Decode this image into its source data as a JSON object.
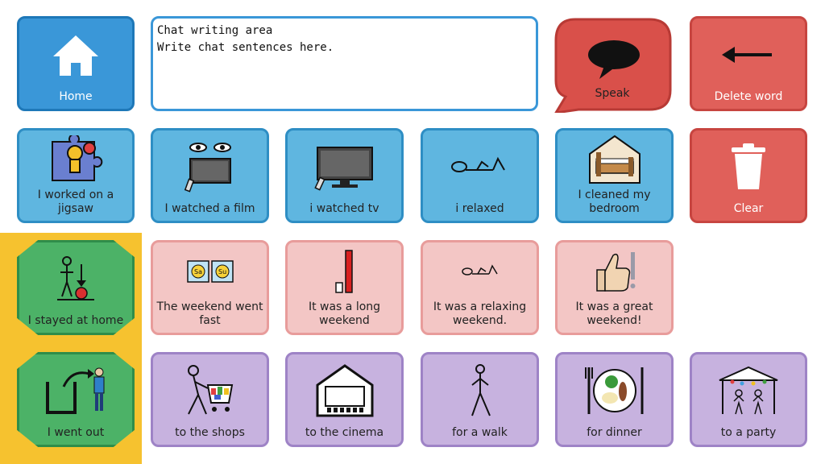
{
  "chat": {
    "line1": "Chat writing area",
    "line2": "Write chat sentences here."
  },
  "top_bar": {
    "home": "Home",
    "speak": "Speak",
    "delete_word": "Delete word",
    "clear": "Clear"
  },
  "row1": [
    {
      "label": "I worked on a jigsaw",
      "icon": "jigsaw-icon"
    },
    {
      "label": "I watched a film",
      "icon": "film-icon"
    },
    {
      "label": "i watched tv",
      "icon": "tv-icon"
    },
    {
      "label": "i relaxed",
      "icon": "relax-icon"
    },
    {
      "label": "I cleaned my bedroom",
      "icon": "bedroom-icon"
    }
  ],
  "row2": [
    {
      "label": "I stayed at home",
      "icon": "stay-home-icon"
    },
    {
      "label": "The weekend went fast",
      "icon": "weekend-icon"
    },
    {
      "label": "It was a long weekend",
      "icon": "long-icon"
    },
    {
      "label": "It was a relaxing weekend.",
      "icon": "relaxing-icon"
    },
    {
      "label": "It was a great weekend!",
      "icon": "thumbs-up-icon"
    }
  ],
  "row3": [
    {
      "label": "I went out",
      "icon": "went-out-icon"
    },
    {
      "label": "to the shops",
      "icon": "shopping-cart-icon"
    },
    {
      "label": "to the cinema",
      "icon": "cinema-icon"
    },
    {
      "label": "for a walk",
      "icon": "walk-icon"
    },
    {
      "label": "for dinner",
      "icon": "dinner-icon"
    },
    {
      "label": "to a party",
      "icon": "party-icon"
    }
  ],
  "row2_sym": {
    "sa": "Sa",
    "su": "Su"
  },
  "colors": {
    "blue": "#5fb6e0",
    "red": "#e0605a",
    "pink": "#f3c6c5",
    "purple": "#c7b2df",
    "green": "#4cb267",
    "yellow": "#f6c22f"
  }
}
